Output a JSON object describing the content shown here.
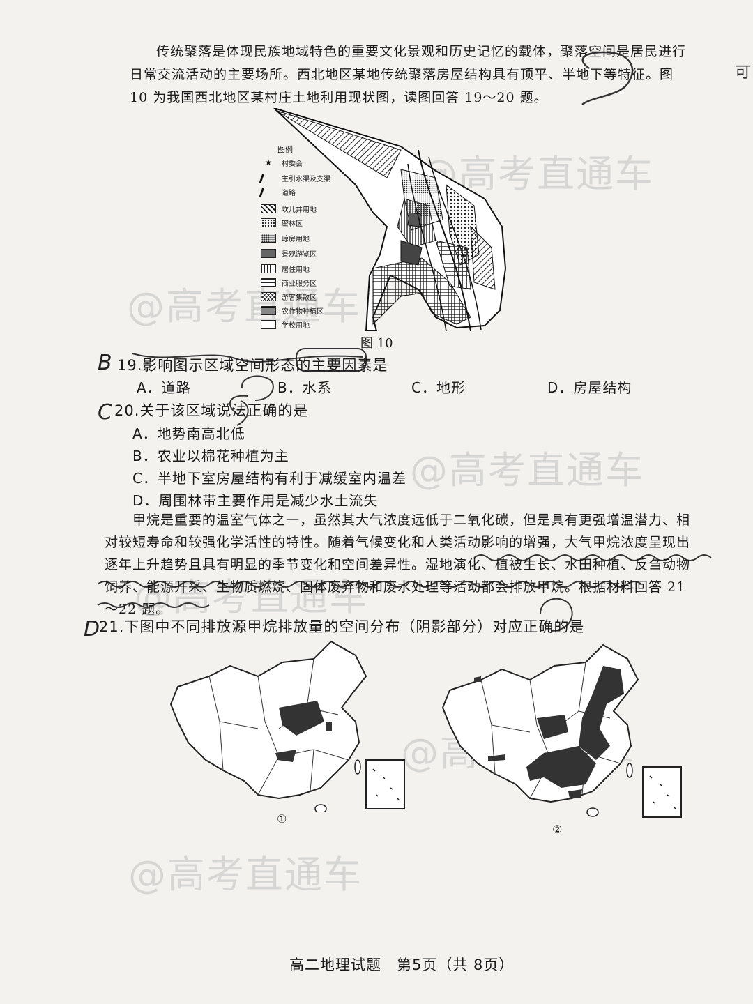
{
  "intro_1": "传统聚落是体现民族地域特色的重要文化景观和历史记忆的载体，聚落空间是居民进行日常交流活动的主要场所。西北地区某地传统聚落房屋结构具有顶平、半地下等特征。图 10 为我国西北地区某村庄土地利用现状图，读图回答 19～20 题。",
  "figure10": {
    "legend_title": "图例",
    "legend": [
      {
        "label": "村委会",
        "icon": "star-icon"
      },
      {
        "label": "主引水渠及支渠",
        "icon": "canal-line-icon"
      },
      {
        "label": "道路",
        "icon": "road-line-icon"
      },
      {
        "label": "坎儿井用地",
        "icon": "hatch-pattern"
      },
      {
        "label": "密林区",
        "icon": "dots-pattern"
      },
      {
        "label": "晾房用地",
        "icon": "fine-dots-pattern"
      },
      {
        "label": "景观游览区",
        "icon": "dark-gray-pattern"
      },
      {
        "label": "居住用地",
        "icon": "vertical-lines-pattern"
      },
      {
        "label": "商业服务区",
        "icon": "grid-pattern"
      },
      {
        "label": "游客集散区",
        "icon": "crosshatch-pattern"
      },
      {
        "label": "农作物种植区",
        "icon": "dense-grid-pattern"
      },
      {
        "label": "学校用地",
        "icon": "open-grid-pattern"
      }
    ],
    "caption": "图 10"
  },
  "q19": {
    "stem": "19.影响图示区域空间形态的主要因素是",
    "handwritten_answer": "B",
    "options": [
      "A．道路",
      "B．水系",
      "C．地形",
      "D．房屋结构"
    ]
  },
  "q20": {
    "stem": "20.关于该区域说法正确的是",
    "handwritten_answer": "C",
    "options": [
      "A．地势南高北低",
      "B．农业以棉花种植为主",
      "C．半地下室房屋结构有利于减缓室内温差",
      "D．周围林带主要作用是减少水土流失"
    ]
  },
  "intro_2": "甲烷是重要的温室气体之一，虽然其大气浓度远低于二氧化碳，但是具有更强增温潜力、相对较短寿命和较强化学活性的特性。随着气候变化和人类活动影响的增强，大气甲烷浓度呈现出逐年上升趋势且具有明显的季节变化和空间差异性。湿地演化、植被生长、水田种植、反刍动物饲养、能源开采、生物质燃烧、固体废弃物和废水处理等活动都会排放甲烷。根据材料回答 21～22 题。",
  "q21": {
    "stem": "21.下图中不同排放源甲烷排放量的空间分布（阴影部分）对应正确的是",
    "handwritten_answer": "D",
    "map_labels": [
      "①",
      "②"
    ]
  },
  "footer": "高二地理试题　第5页（共 8页）",
  "watermark": "@高考直通车",
  "edge_text": "可"
}
